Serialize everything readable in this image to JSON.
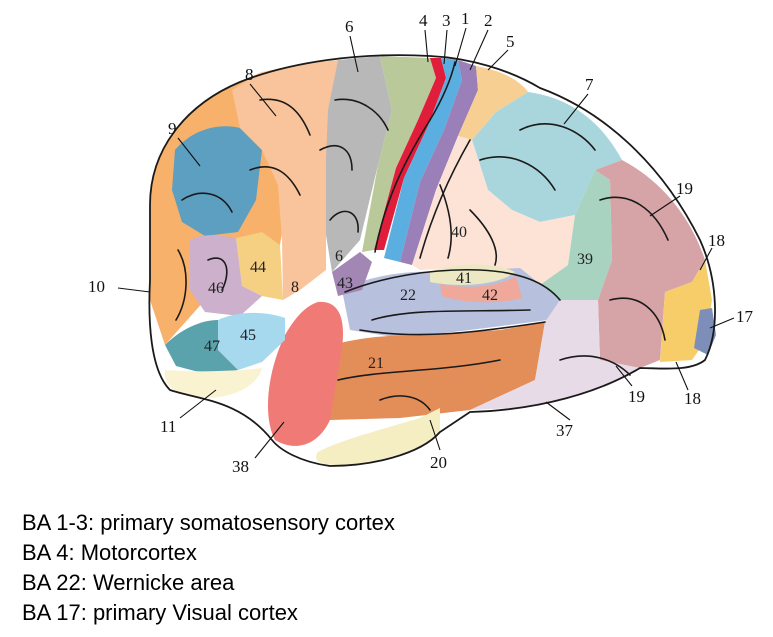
{
  "diagram": {
    "area_labels": {
      "a1": "1",
      "a2": "2",
      "a3": "3",
      "a4": "4",
      "a5": "5",
      "a6": "6",
      "a7": "7",
      "a8": "8",
      "a9": "9",
      "a10": "10",
      "a11": "11",
      "a17": "17",
      "a18": "18",
      "a19": "19",
      "a20": "20",
      "a21": "21",
      "a22": "22",
      "a37": "37",
      "a38": "38",
      "a39": "39",
      "a40": "40",
      "a41": "41",
      "a42": "42",
      "a43": "43",
      "a44": "44",
      "a45": "45",
      "a46": "46",
      "a47": "47"
    },
    "region_colors": {
      "prefrontal": "#f7b16a",
      "area9": "#5d9fc0",
      "area8": "#f9c49b",
      "area6": "#b8b8b8",
      "area4": "#b9c99a",
      "area3": "#e01e3c",
      "area1": "#5aaee0",
      "area2": "#9b7fb8",
      "area5": "#f8cf93",
      "area7": "#a9d5dc",
      "area40": "#fde3d6",
      "area39": "#a8d3c0",
      "area19": "#d6a4a6",
      "area18": "#f7cd6a",
      "area17": "#7d8fb8",
      "area22": "#b7c0dc",
      "area41": "#ece8c4",
      "area42": "#f0a89b",
      "area21": "#e38d58",
      "area38": "#f07b76",
      "area20": "#f5eec2",
      "area37": "#e8dbe8",
      "area44": "#f5cf82",
      "area45": "#a6d8ee",
      "area46": "#cdb0cc",
      "area47": "#5aa3ac",
      "area11": "#faf3d2",
      "area43": "#a286b3"
    }
  },
  "legend": [
    "BA 1-3: primary somatosensory cortex",
    "BA 4: Motorcortex",
    "BA 22: Wernicke area",
    "BA 17: primary Visual cortex"
  ]
}
